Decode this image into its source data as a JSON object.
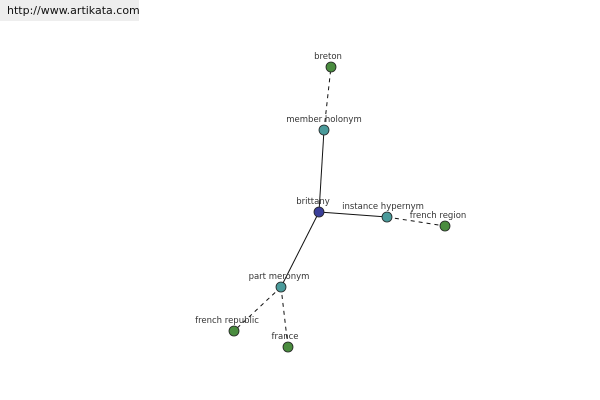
{
  "header": {
    "source_link": "http://www.artikata.com"
  },
  "colors": {
    "center_node": "#3b3f99",
    "relation_node": "#4a9a9a",
    "leaf_node": "#4a8c3f",
    "edge": "#111111"
  },
  "graph": {
    "nodes": [
      {
        "id": "brittany",
        "label": "brittany",
        "kind": "center"
      },
      {
        "id": "member_holonym",
        "label": "member holonym",
        "kind": "relation"
      },
      {
        "id": "breton",
        "label": "breton",
        "kind": "leaf"
      },
      {
        "id": "instance_hypernym",
        "label": "instance hypernym",
        "kind": "relation"
      },
      {
        "id": "french_region",
        "label": "french region",
        "kind": "leaf"
      },
      {
        "id": "part_meronym",
        "label": "part meronym",
        "kind": "relation"
      },
      {
        "id": "french_republic",
        "label": "french republic",
        "kind": "leaf"
      },
      {
        "id": "france",
        "label": "france",
        "kind": "leaf"
      }
    ],
    "edges": [
      {
        "from": "brittany",
        "to": "member_holonym",
        "style": "solid"
      },
      {
        "from": "member_holonym",
        "to": "breton",
        "style": "dashed"
      },
      {
        "from": "brittany",
        "to": "instance_hypernym",
        "style": "solid"
      },
      {
        "from": "instance_hypernym",
        "to": "french_region",
        "style": "dashed"
      },
      {
        "from": "brittany",
        "to": "part_meronym",
        "style": "solid"
      },
      {
        "from": "part_meronym",
        "to": "french_republic",
        "style": "dashed"
      },
      {
        "from": "part_meronym",
        "to": "france",
        "style": "dashed"
      }
    ]
  }
}
